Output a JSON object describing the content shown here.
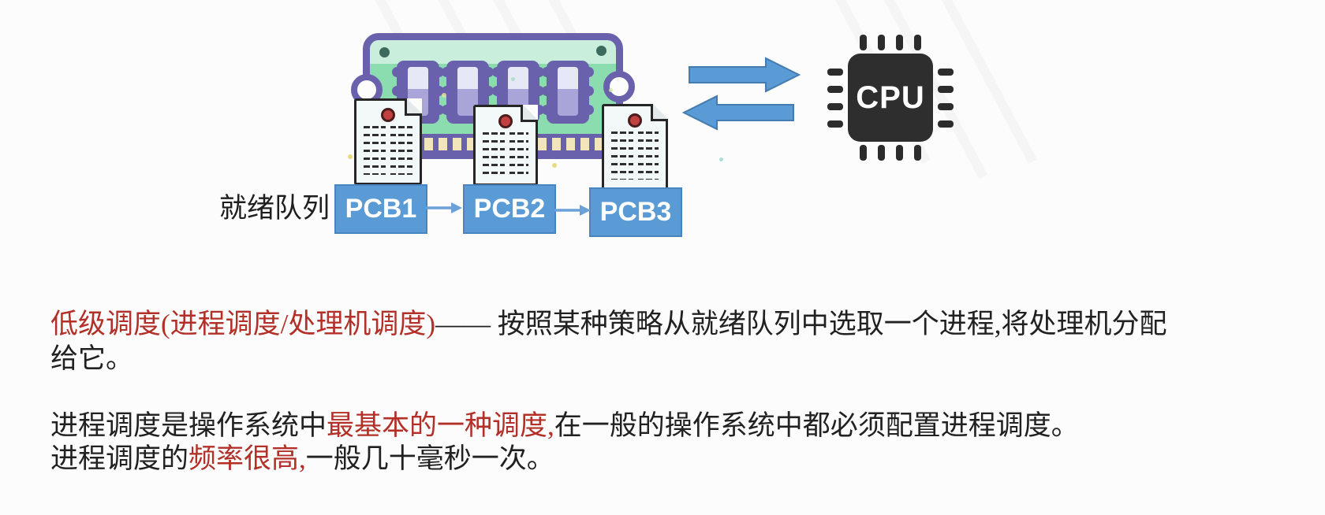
{
  "diagram": {
    "ready_queue_label": "就绪队列",
    "pcb_nodes": [
      {
        "label": "PCB1"
      },
      {
        "label": "PCB2"
      },
      {
        "label": "PCB3"
      }
    ],
    "cpu_label": "CPU",
    "icons": {
      "memory": "memory-module-icon",
      "document": "pcb-document-icon",
      "cpu": "cpu-chip-icon",
      "arrow_right": "arrow-right-icon",
      "arrow_left": "arrow-left-icon",
      "queue_arrow": "queue-arrow-icon"
    }
  },
  "text": {
    "p1_red": "低级调度(进程调度/处理机调度)",
    "p1_black": "—— 按照某种策略从就绪队列中选取一个进程,将处理机分配",
    "p1_line2": "给它。",
    "p2_line1_pre": "进程调度是操作系统中",
    "p2_line1_red": "最基本的一种调度,",
    "p2_line1_post": "在一般的操作系统中都必须配置进程调度。",
    "p2_line2_pre": "进程调度的",
    "p2_line2_red": "频率很高,",
    "p2_line2_post": "一般几十毫秒一次。"
  },
  "colors": {
    "red_text": "#b23028",
    "body_text": "#212121",
    "accent_blue": "#5b9bd5",
    "ram_purple": "#6a61ad",
    "ram_green": "#8bdcae",
    "cpu_dark": "#2e2e2e"
  }
}
